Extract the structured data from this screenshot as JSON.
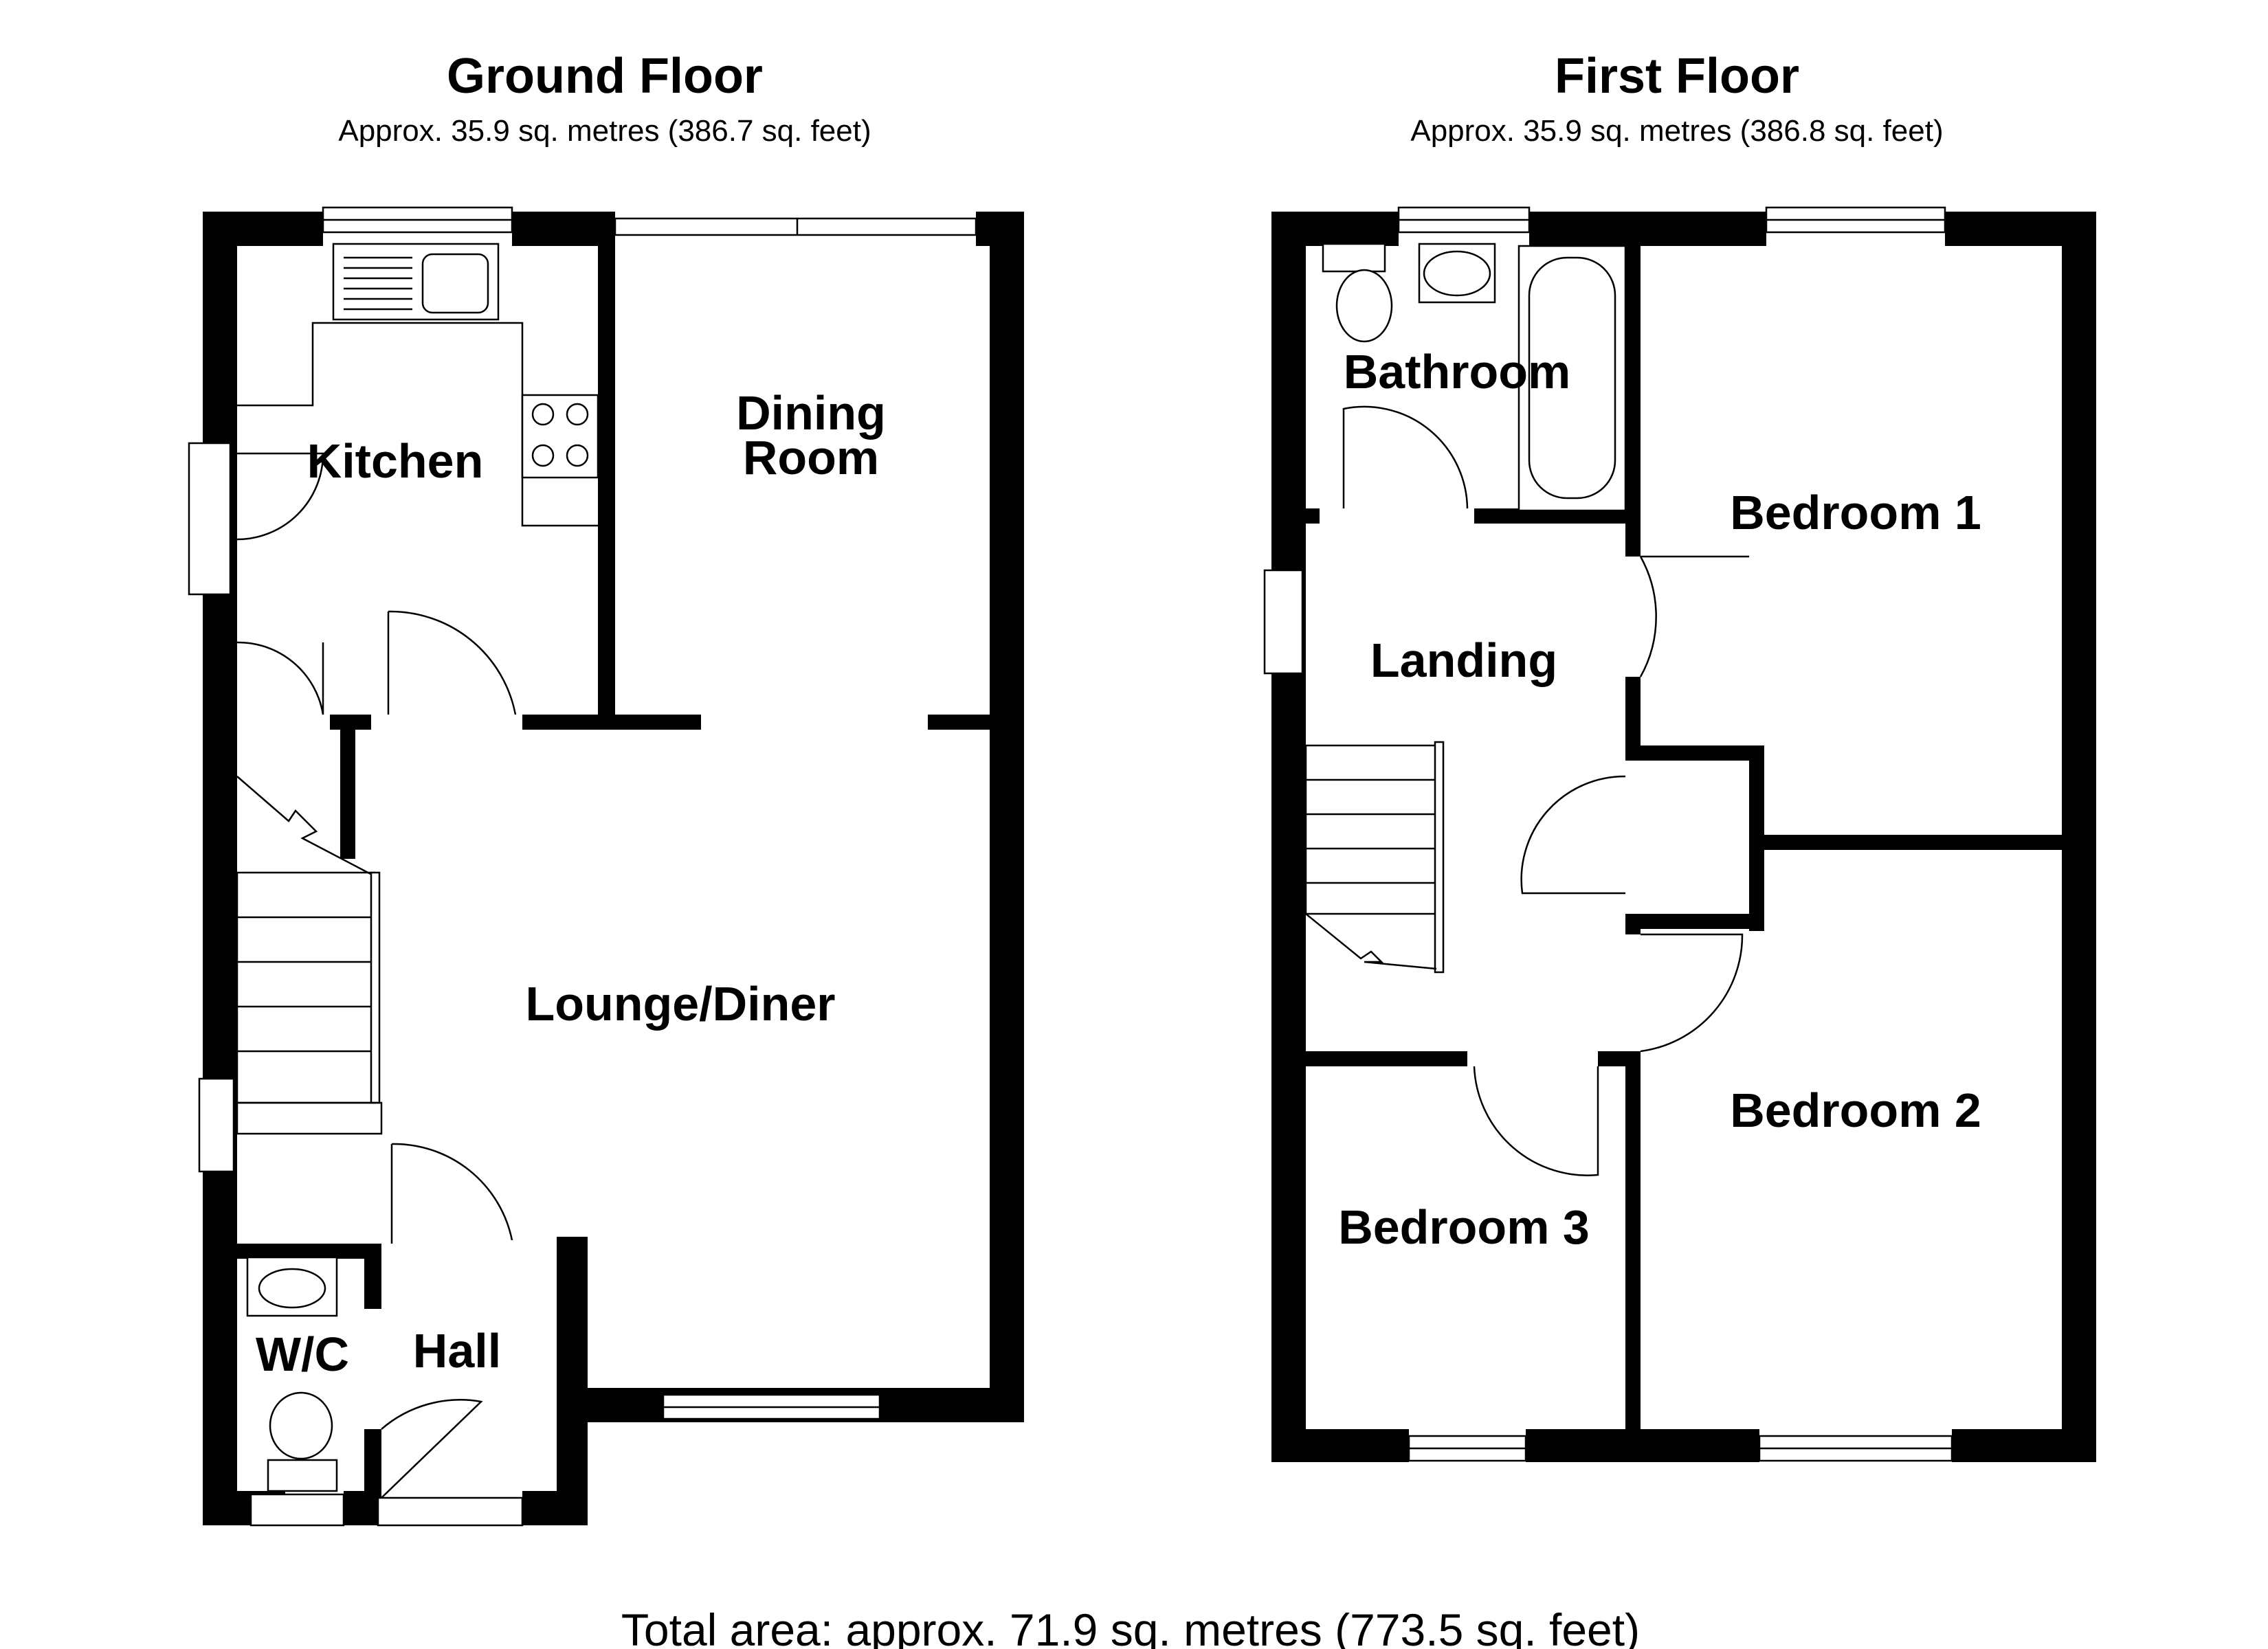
{
  "ground_floor": {
    "title": "Ground Floor",
    "area": "Approx. 35.9 sq. metres (386.7 sq. feet)",
    "rooms": {
      "kitchen": "Kitchen",
      "dining_line1": "Dining",
      "dining_line2": "Room",
      "lounge": "Lounge/Diner",
      "wc": "W/C",
      "hall": "Hall"
    }
  },
  "first_floor": {
    "title": "First Floor",
    "area": "Approx. 35.9 sq. metres (386.8 sq. feet)",
    "rooms": {
      "bathroom": "Bathroom",
      "bedroom1": "Bedroom 1",
      "landing": "Landing",
      "bedroom2": "Bedroom 2",
      "bedroom3": "Bedroom 3"
    }
  },
  "total_area": "Total area: approx. 71.9 sq. metres (773.5 sq. feet)"
}
